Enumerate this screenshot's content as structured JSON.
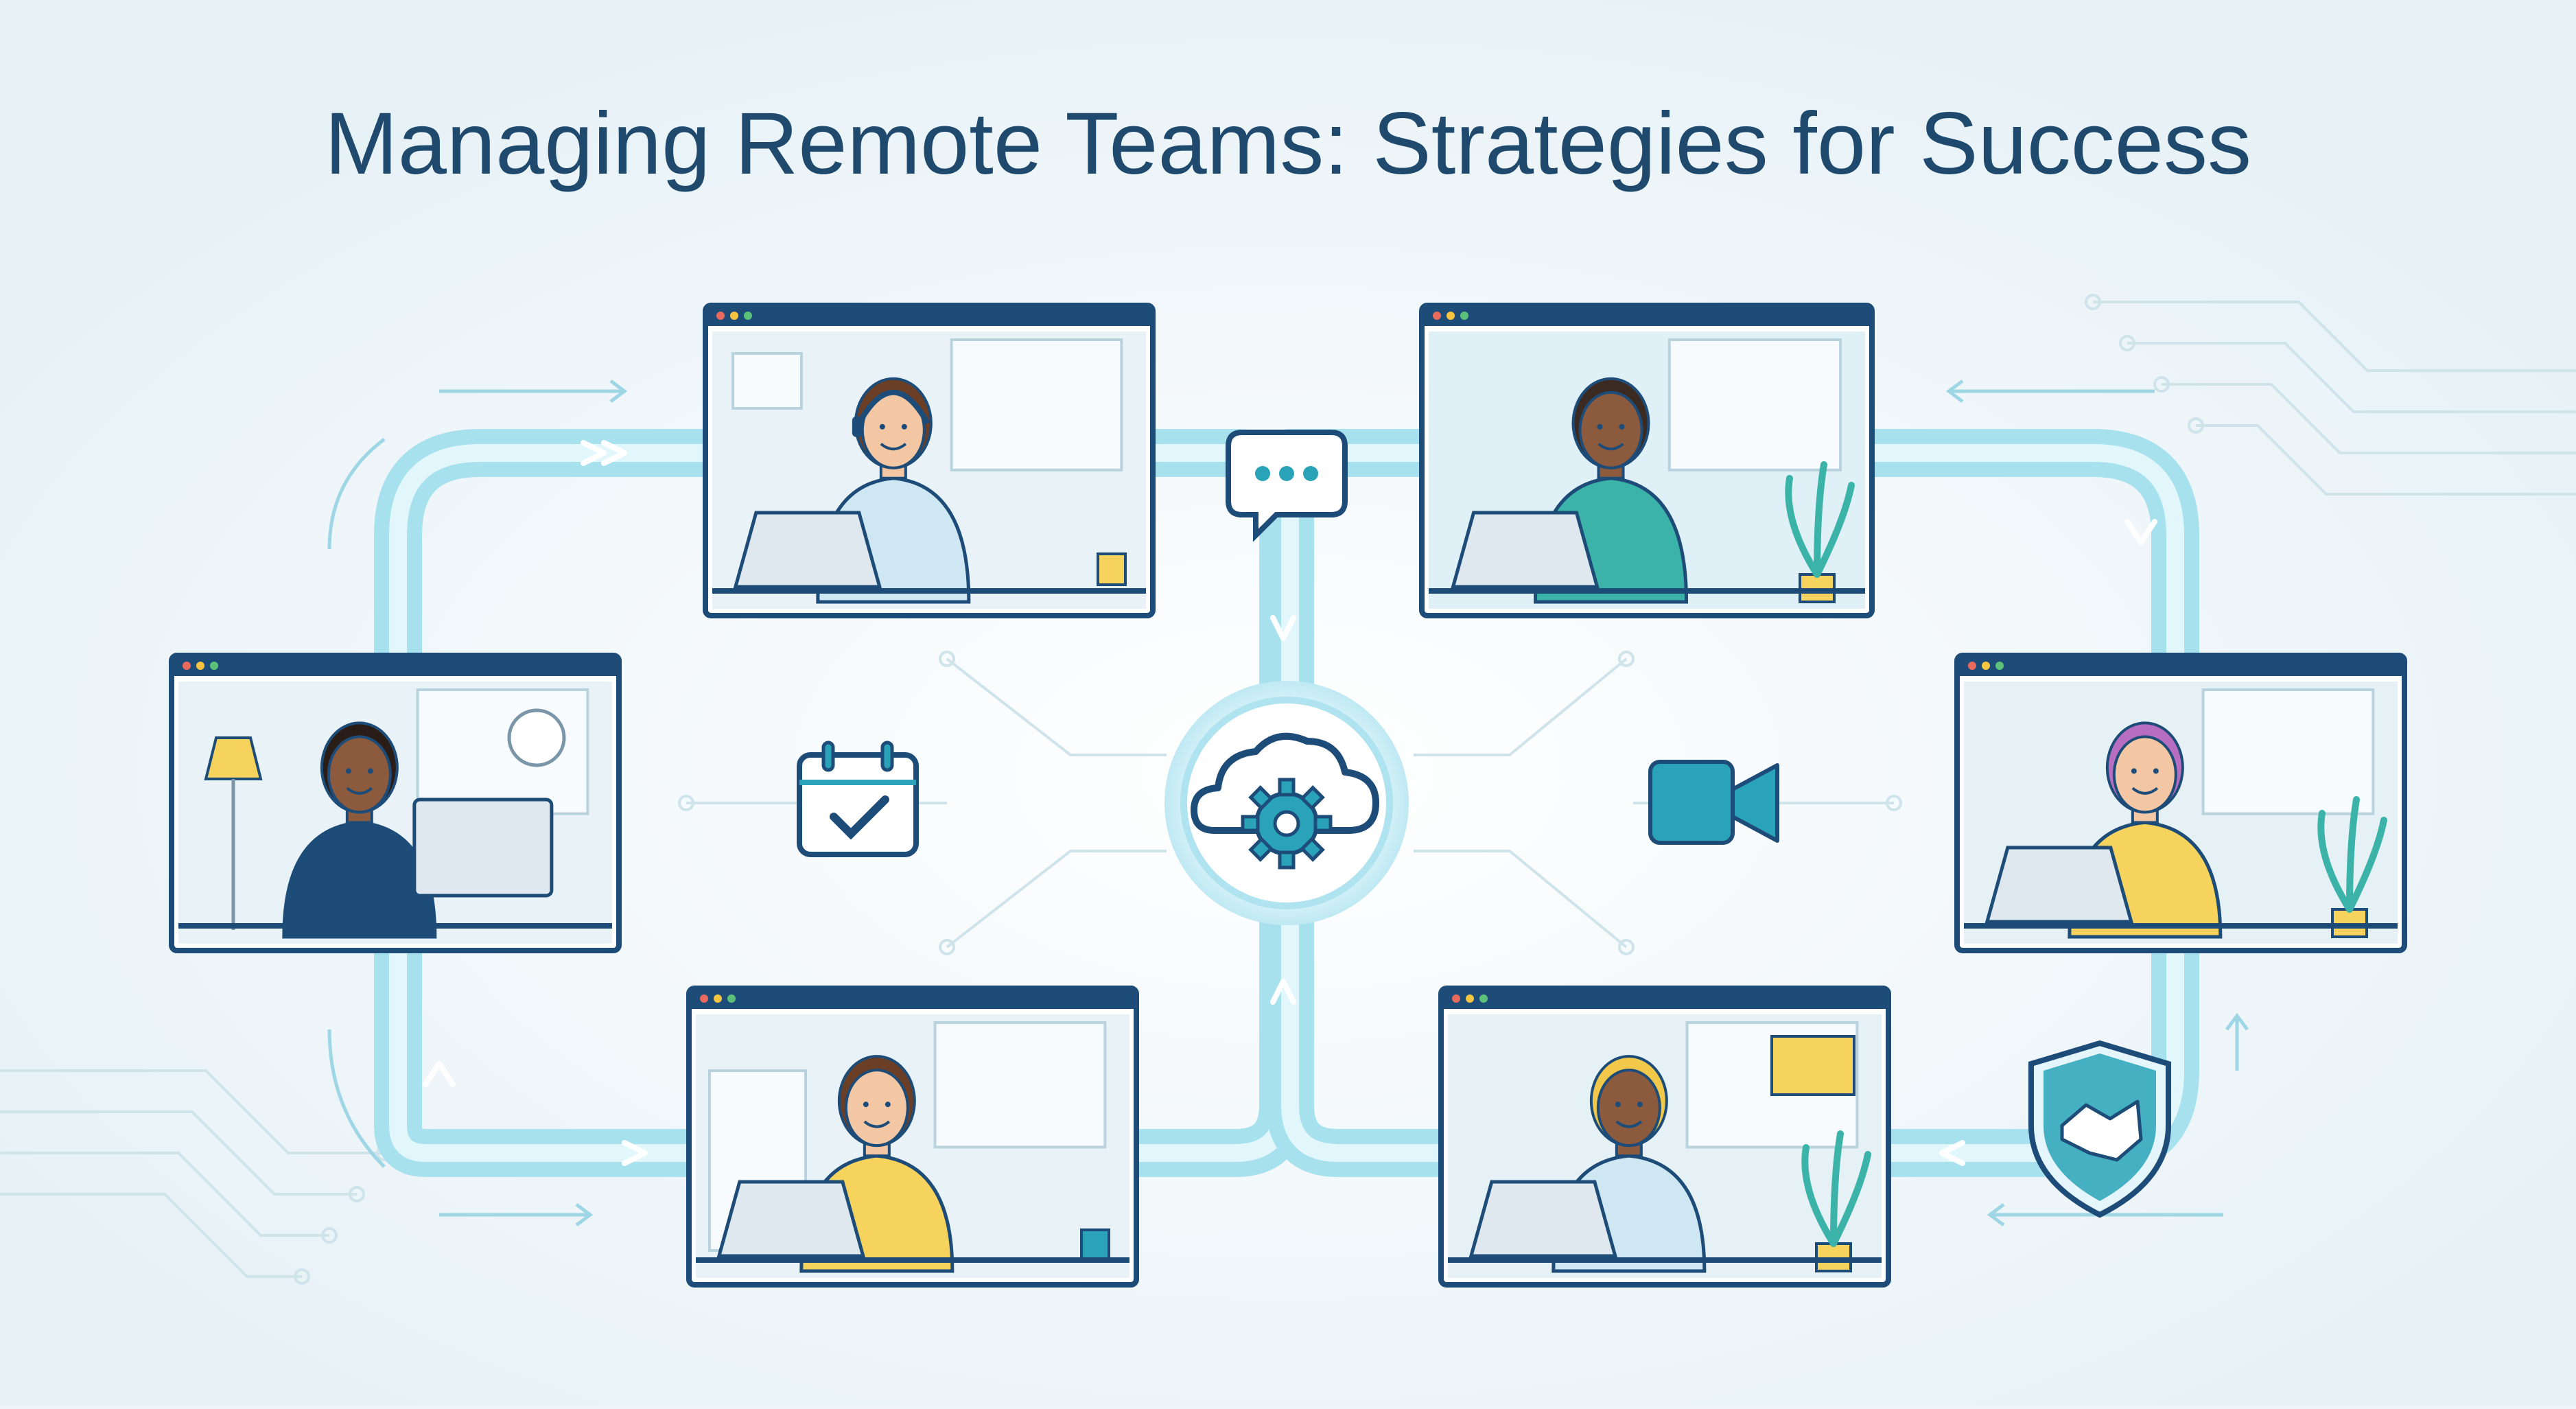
{
  "title": "Managing Remote Teams: Strategies for Success",
  "colors": {
    "background": "#eef6f9",
    "title": "#1f4a6e",
    "frame_border": "#1e4c78",
    "pathway": "#9fdcec",
    "pathway_core": "#d8f3f9",
    "icon_teal": "#2aa3b8",
    "icon_dark": "#1e4c78",
    "accent_yellow": "#f5d35c"
  },
  "windows": [
    {
      "id": "woman-headset",
      "description_icon": "person-with-headset"
    },
    {
      "id": "man-balcony",
      "description_icon": "person-with-laptop"
    },
    {
      "id": "woman-desktop",
      "description_icon": "person-at-monitor"
    },
    {
      "id": "person-office",
      "description_icon": "person-with-laptop"
    },
    {
      "id": "woman-yellow-blazer",
      "description_icon": "person-with-laptop"
    },
    {
      "id": "man-blonde",
      "description_icon": "person-with-laptop"
    }
  ],
  "icons": {
    "hub": "cloud-gear-icon",
    "chat": "chat-bubble-icon",
    "calendar": "calendar-check-icon",
    "video": "video-camera-icon",
    "shield": "shield-handshake-icon"
  }
}
